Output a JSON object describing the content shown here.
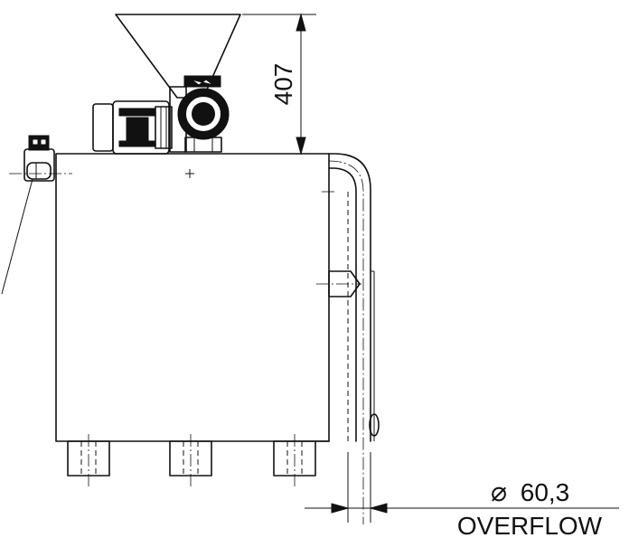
{
  "drawing": {
    "dimension_height": "407",
    "dimension_diameter": "60,3",
    "diameter_symbol": "⌀",
    "overflow_label": "OVERFLOW"
  },
  "colors": {
    "line": "#111111",
    "background": "#ffffff"
  }
}
